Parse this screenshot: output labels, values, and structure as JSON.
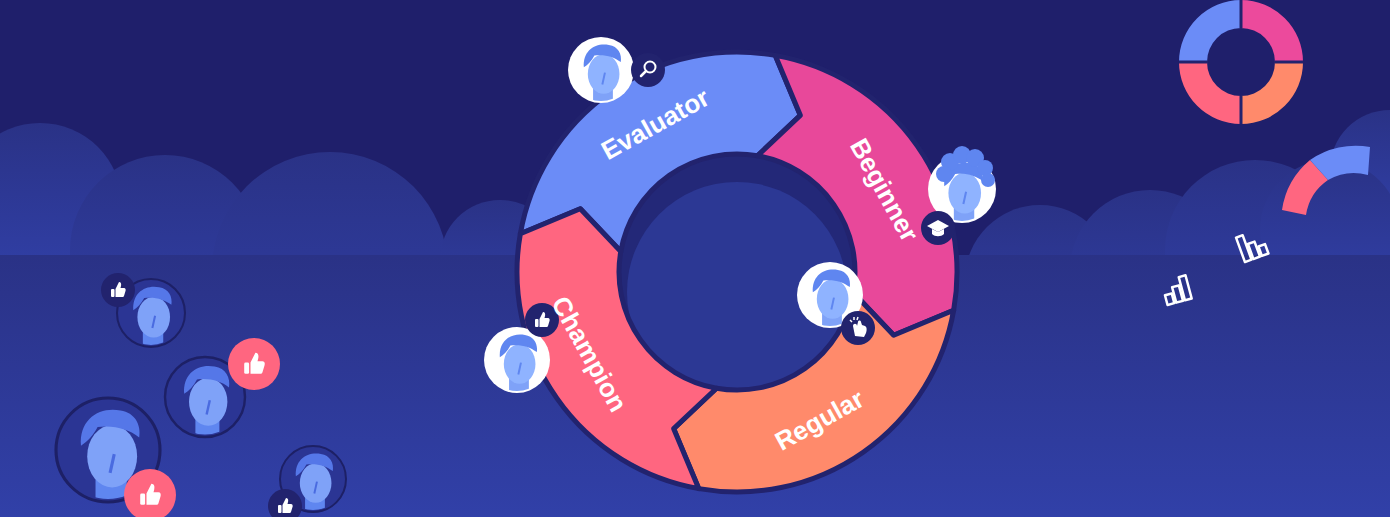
{
  "diagram": {
    "nodes": [
      {
        "text": [
          "Evaluator"
        ]
      },
      {
        "text": [
          "Beginner"
        ]
      },
      {
        "text": [
          "Regular"
        ]
      },
      {
        "text": [
          "Champion"
        ]
      }
    ]
  }
}
